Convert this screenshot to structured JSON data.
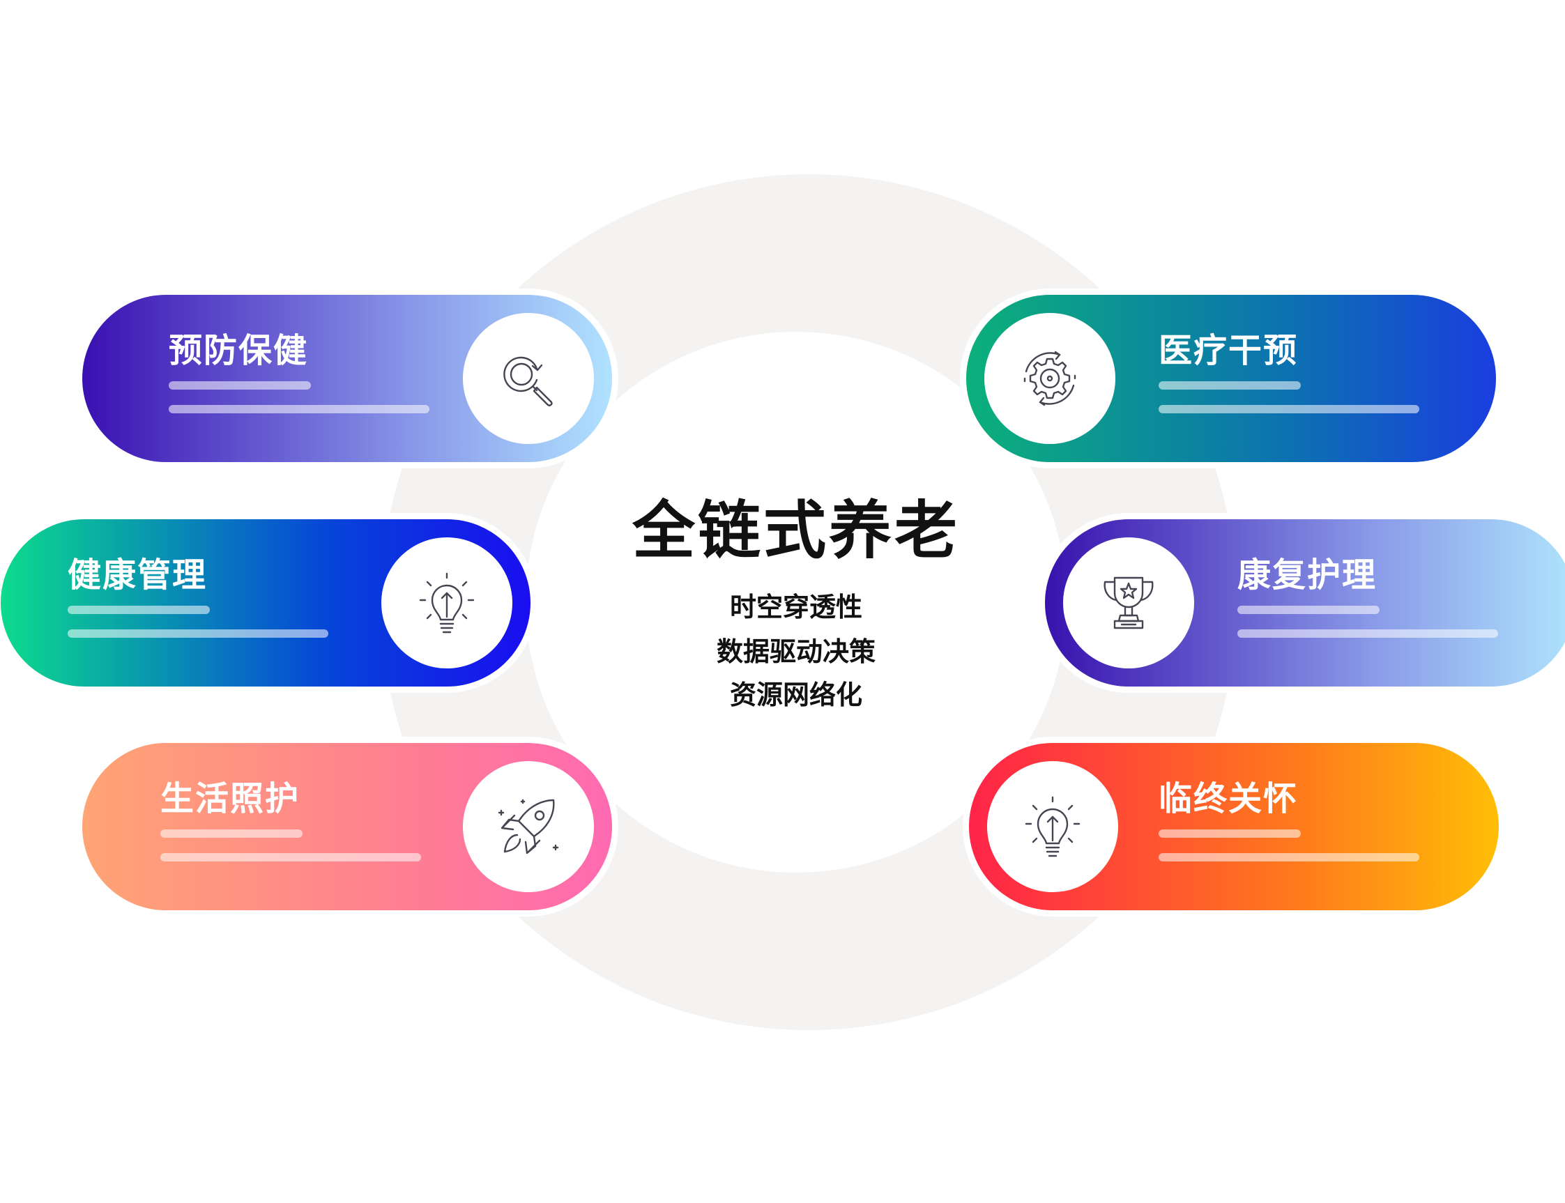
{
  "center": {
    "title": "全链式养老",
    "lines": [
      "时空穿透性",
      "数据驱动决策",
      "资源网络化"
    ]
  },
  "items": [
    {
      "title": "预防保健",
      "icon": "magnifier-refresh-icon",
      "gradient": [
        "#3a10b2",
        "#8896e8",
        "#b0e2ff"
      ]
    },
    {
      "title": "健康管理",
      "icon": "lightbulb-icon",
      "gradient": [
        "#0ddb8c",
        "#0545d8",
        "#1a0ef0"
      ]
    },
    {
      "title": "生活照护",
      "icon": "rocket-icon",
      "gradient": [
        "#ffa474",
        "#ff7e92",
        "#ff6ab2"
      ]
    },
    {
      "title": "医疗干预",
      "icon": "gear-refresh-icon",
      "gradient": [
        "#0bb07a",
        "#0d70b2",
        "#1a3ee0"
      ]
    },
    {
      "title": "康复护理",
      "icon": "trophy-star-icon",
      "gradient": [
        "#3812ae",
        "#8a9ae8",
        "#aee4fc"
      ]
    },
    {
      "title": "临终关怀",
      "icon": "lightbulb-icon",
      "gradient": [
        "#ff2448",
        "#ff7a1c",
        "#ffbe06"
      ]
    }
  ]
}
